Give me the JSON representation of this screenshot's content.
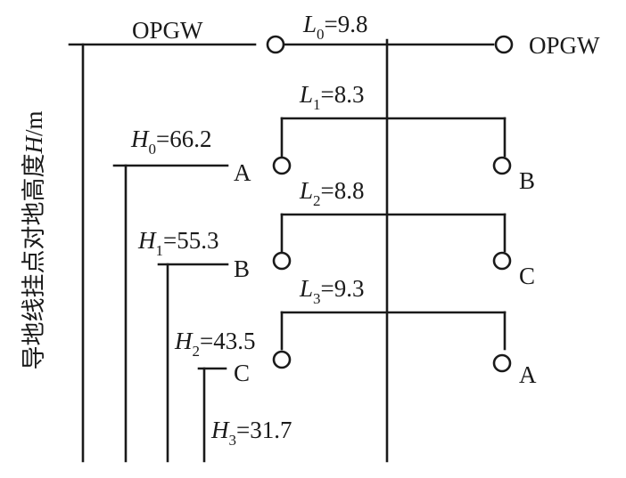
{
  "diagram": {
    "y_axis_label": {
      "text": "导地线挂点对地高度",
      "var": "H",
      "unit": "/m"
    },
    "ground_wires": {
      "left": "OPGW",
      "right": "OPGW"
    },
    "spans": [
      {
        "var": "L",
        "sub": "0",
        "value": "=9.8"
      },
      {
        "var": "L",
        "sub": "1",
        "value": "=8.3"
      },
      {
        "var": "L",
        "sub": "2",
        "value": "=8.8"
      },
      {
        "var": "L",
        "sub": "3",
        "value": "=9.3"
      }
    ],
    "heights": [
      {
        "var": "H",
        "sub": "0",
        "value": "=66.2"
      },
      {
        "var": "H",
        "sub": "1",
        "value": "=55.3"
      },
      {
        "var": "H",
        "sub": "2",
        "value": "=43.5"
      },
      {
        "var": "H",
        "sub": "3",
        "value": "=31.7"
      }
    ],
    "phases_left": [
      "A",
      "B",
      "C"
    ],
    "phases_right": [
      "B",
      "C",
      "A"
    ]
  }
}
